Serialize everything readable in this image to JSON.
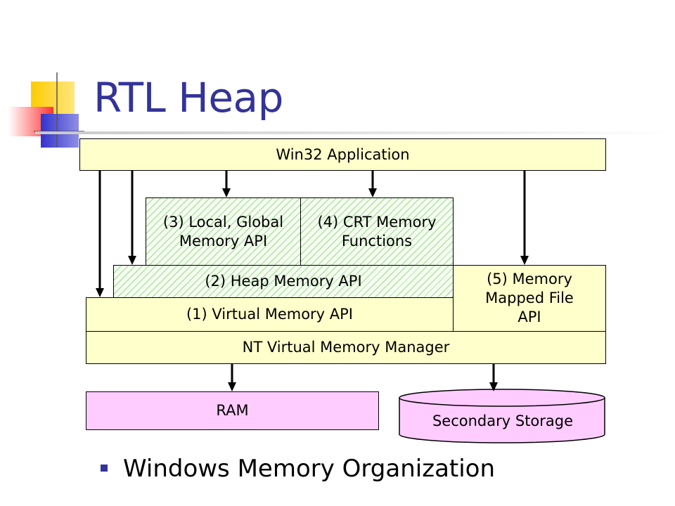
{
  "slide": {
    "title": "RTL Heap",
    "bullet": "Windows Memory Organization"
  },
  "diagram": {
    "win32": "Win32 Application",
    "local_global": "(3) Local, Global Memory API",
    "crt": "(4) CRT Memory Functions",
    "heap": "(2) Heap Memory API",
    "mmf": "(5) Memory Mapped File API",
    "virtual": "(1) Virtual Memory API",
    "nt_vmm": "NT Virtual Memory Manager",
    "ram": "RAM",
    "storage": "Secondary Storage"
  },
  "colors": {
    "title": "#333399",
    "cream_box": "#ffffcc",
    "hatch_box": "#9fd98f",
    "pink_box": "#ffccff",
    "logo_yellow": "#ffcc00",
    "logo_blue": "#3333cc",
    "logo_red": "#ff3333"
  }
}
